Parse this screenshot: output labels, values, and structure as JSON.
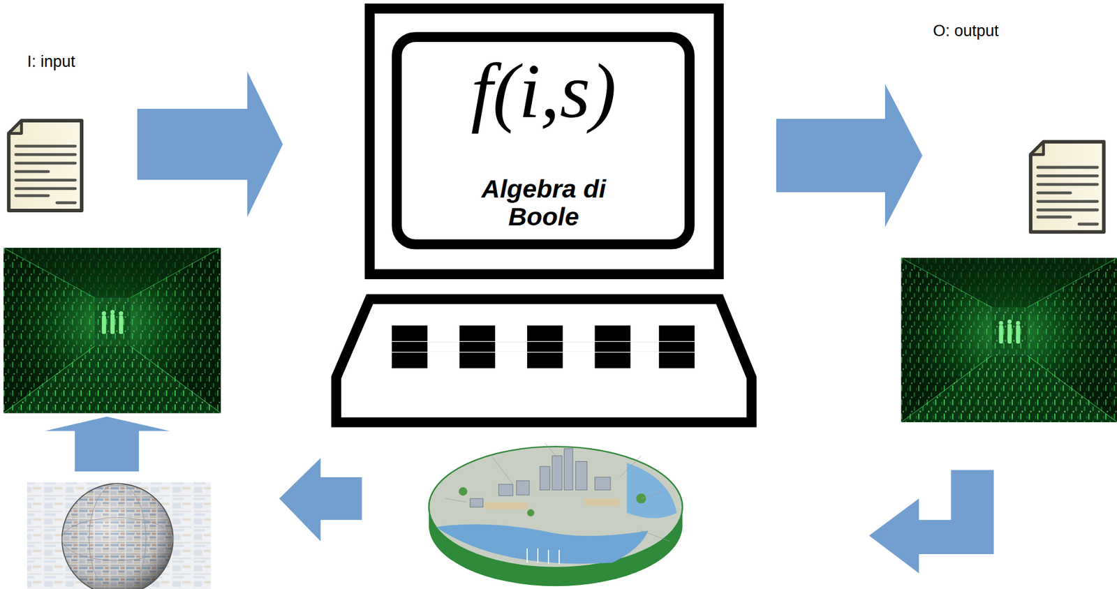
{
  "diagram": {
    "nodes": [
      {
        "text": [
          "I: input"
        ]
      },
      {
        "text": [
          "f(i,s)",
          "Algebra di Boole"
        ]
      },
      {
        "text": [
          "O: output"
        ]
      }
    ],
    "edges": [
      {
        "from": 0,
        "to": 1,
        "arrow": "to"
      },
      {
        "from": 1,
        "to": 2,
        "arrow": "to"
      }
    ]
  }
}
